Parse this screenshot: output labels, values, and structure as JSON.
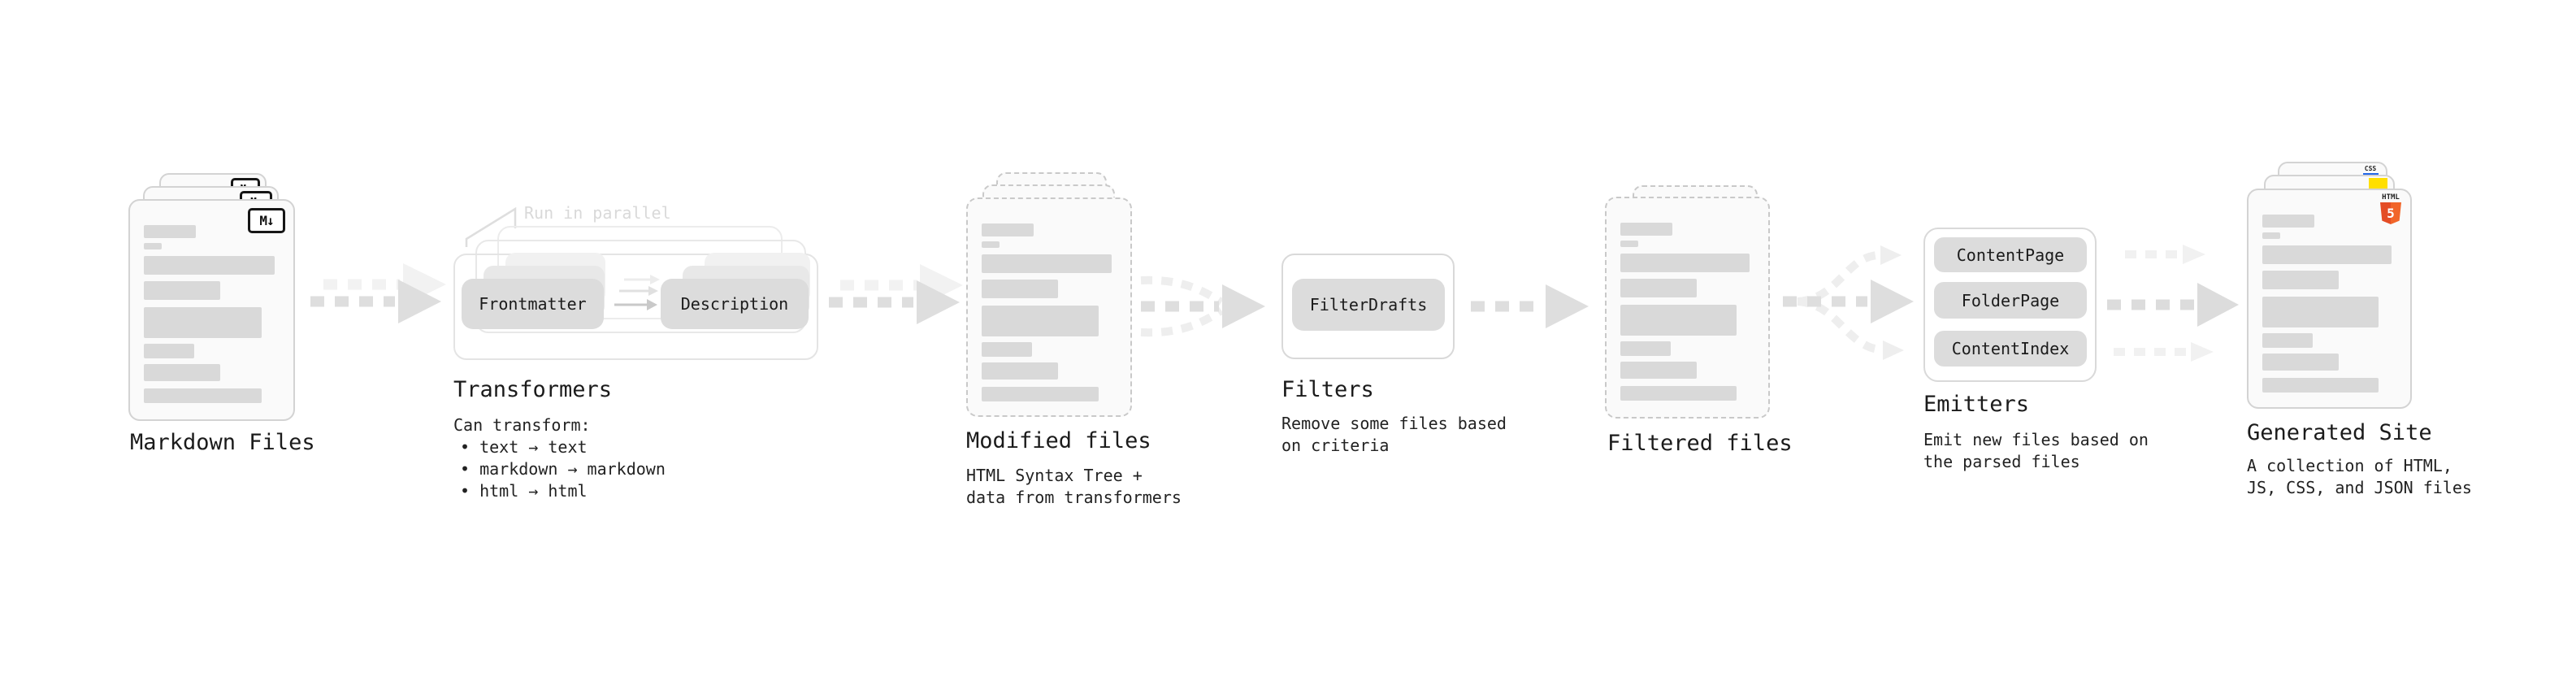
{
  "colors": {
    "html5_orange_dark": "#e44d26",
    "html5_orange_light": "#f16529",
    "js_yellow": "#ffdf00",
    "css_blue": "#2266e8",
    "text_primary": "#1b1b1b",
    "muted_gray": "#d9d9d9",
    "arrow_gray": "#dedede"
  },
  "stages": {
    "markdown": {
      "title": "Markdown Files",
      "badge": "M↓"
    },
    "transformers": {
      "title": "Transformers",
      "callout": "Run in parallel",
      "chip_input": "Frontmatter",
      "chip_output": "Description",
      "desc_heading": "Can transform:",
      "bullets": [
        "• text → text",
        "• markdown → markdown",
        "• html → html"
      ]
    },
    "modified": {
      "title": "Modified files",
      "desc": "HTML Syntax Tree +\ndata from transformers"
    },
    "filters": {
      "title": "Filters",
      "chip": "FilterDrafts",
      "desc": "Remove some files based\non criteria"
    },
    "filtered": {
      "title": "Filtered files"
    },
    "emitters": {
      "title": "Emitters",
      "chips": [
        "ContentPage",
        "FolderPage",
        "ContentIndex"
      ],
      "desc": "Emit new files based on\nthe parsed files"
    },
    "site": {
      "title": "Generated Site",
      "desc": "A collection of HTML,\nJS, CSS, and JSON files",
      "css_badge": "CSS",
      "html_badge_word": "HTML",
      "html_badge_numeral": "5"
    }
  }
}
